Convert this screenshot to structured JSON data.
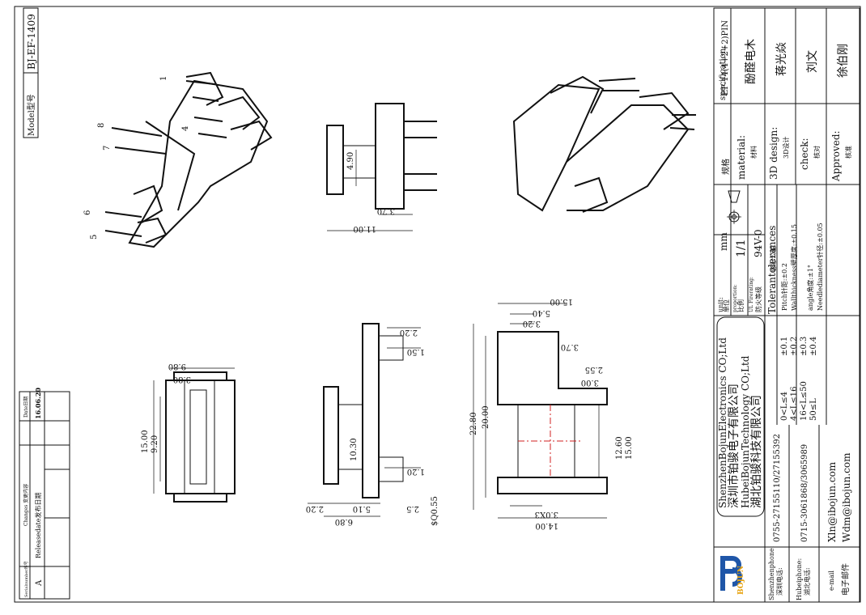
{
  "model": {
    "label": "Model型号",
    "value": "BJ-EF-1409"
  },
  "changes": {
    "serial_header": "Serialnumber序号",
    "content_header": "Changes 变更内容",
    "date_header": "Date日期",
    "rows": [
      {
        "serial": "A",
        "content": "Releasedate发布日期",
        "date": "16.06.20"
      }
    ]
  },
  "title_block": {
    "specification_label": "specification:",
    "specification_cn": "规格",
    "specification_value": "EF-14(4+2+2)PIN",
    "material_label": "material:",
    "material_cn": "材料",
    "material_value": "酚醛电木",
    "design_label": "3D design:",
    "design_cn": "3D设计",
    "design_value": "蒋光焱",
    "check_label": "check:",
    "check_cn": "核对",
    "check_value": "刘文",
    "approved_label": "Approved:",
    "approved_cn": "核准",
    "approved_value": "徐伯刚",
    "unit_label": "unit:",
    "unit_cn": "单位",
    "unit_value": "mm",
    "proportion_label": "proportion:",
    "proportion_cn": "比例",
    "proportion_value": "1/1",
    "ul_label": "UL Firerating:",
    "ul_cn": "防火等级",
    "ul_value": "94V-0",
    "company_lines": [
      "ShenzhenBojunElectronics CO;Ltd",
      "深圳市铂骏电子有限公司",
      "HubeiBojunTechnology CO;Ltd",
      "湖北铂骏科技有限公司"
    ],
    "brand": "BOJUN",
    "tolerances_title": "Tolerantolerances",
    "tolerances_cn": "容忍公差",
    "tolerance_rows": [
      {
        "range": "0<L≤4",
        "value": "±0.1"
      },
      {
        "range": "4<L≤16",
        "value": "±0.2"
      },
      {
        "range": "16<L≤50",
        "value": "±0.3"
      },
      {
        "range": "50≤L",
        "value": "±0.4"
      }
    ],
    "notes": [
      "Pitch针距:±0.2",
      "Wallthickness壁厚度:±0.15",
      "angle角度:±1°",
      "Needlediameter针径:±0.05"
    ],
    "phone_sz_label": "Shenzhenphone:",
    "phone_sz_cn": "深圳电话:",
    "phone_sz_value": "0755-27155110/27155392",
    "phone_hb_label": "Hubeiphone:",
    "phone_hb_cn": "湖北电话:",
    "phone_hb_value": "0715-3061868/3065989",
    "email_label": "e-mail",
    "email_cn": "电子邮件",
    "email_values": [
      "Xln@ibojun.com",
      "Wdm@ibojun.com"
    ]
  },
  "pin_numbers": [
    "1",
    "4",
    "8",
    "7",
    "6",
    "5"
  ],
  "dimensions": {
    "d_4_90": "4.90",
    "d_3_70": "3.70",
    "d_11_00": "11.00",
    "d_9_80": "9.80",
    "d_3_80": "3.80",
    "d_15_00": "15.00",
    "d_9_20": "9.20",
    "d_2_20": "2.20",
    "d_1_50": "1.50",
    "d_10_30": "10.30",
    "d_1_20": "1.20",
    "d_2_20b": "2.20",
    "d_5_10": "5.10",
    "d_2_5": "2.5",
    "d_6_80": "6.80",
    "d_sq": "$Q0.55",
    "d_15_00b": "15.00",
    "d_5_40": "5.40",
    "d_3_20": "3.20",
    "d_3_70b": "3.70",
    "d_2_55": "2.55",
    "d_3_00": "3.00",
    "d_22_80": "22.80",
    "d_20_00": "20.00",
    "d_12_60": "12.60",
    "d_15_00c": "15.00",
    "d_3_0x3": "3.0X3",
    "d_14_00": "14.00"
  }
}
